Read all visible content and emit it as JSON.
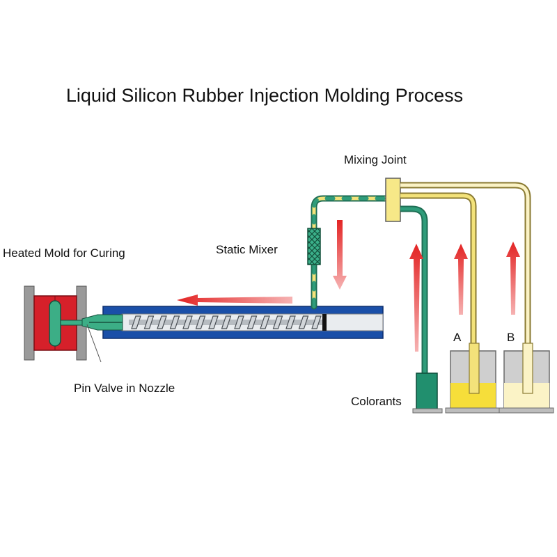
{
  "title": "Liquid Silicon Rubber Injection Molding Process",
  "labels": {
    "mixing_joint": "Mixing Joint",
    "static_mixer": "Static Mixer",
    "heated_mold": "Heated Mold for Curing",
    "pin_valve": "Pin Valve in Nozzle",
    "colorants": "Colorants",
    "tank_a": "A",
    "tank_b": "B"
  },
  "colors": {
    "barrel": "#1a4fa8",
    "barrel_inner": "#e9ecef",
    "mold": "#d6202a",
    "frame": "#9a9a9a",
    "pipe_green": "#2f9c7a",
    "pipe_yellow": "#f3e27a",
    "tank_a_fill": "#f6de3a",
    "tank_b_fill": "#fbf3c6",
    "arrow": "#e32424"
  }
}
